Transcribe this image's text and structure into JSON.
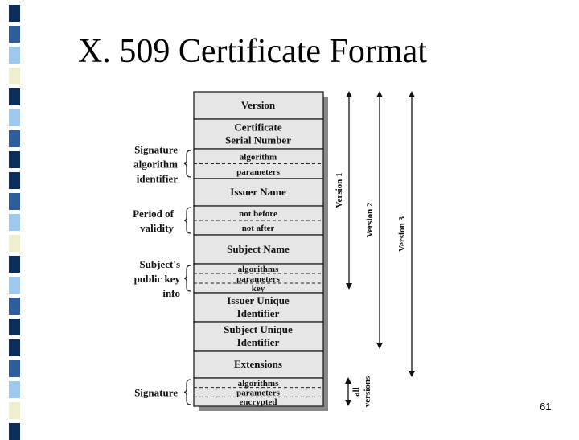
{
  "title": "X. 509 Certificate Format",
  "page_number": "61",
  "fields": [
    {
      "lines": [
        "Version"
      ]
    },
    {
      "lines": [
        "Certificate",
        "Serial Number"
      ]
    },
    {
      "subs": [
        "algorithm",
        "parameters"
      ]
    },
    {
      "lines": [
        "Issuer Name"
      ]
    },
    {
      "subs": [
        "not before",
        "not after"
      ]
    },
    {
      "lines": [
        "Subject Name"
      ]
    },
    {
      "subs": [
        "algorithms",
        "parameters",
        "key"
      ]
    },
    {
      "lines": [
        "Issuer Unique",
        "Identifier"
      ]
    },
    {
      "lines": [
        "Subject Unique",
        "Identifier"
      ]
    },
    {
      "lines": [
        "Extensions"
      ]
    },
    {
      "subs": [
        "algorithms",
        "parameters",
        "encrypted"
      ]
    }
  ],
  "side_labels": [
    {
      "lines": [
        "Signature",
        "algorithm",
        "identifier"
      ]
    },
    {
      "lines": [
        "Period of",
        "validity"
      ]
    },
    {
      "lines": [
        "Subject's",
        "public key",
        "info"
      ]
    },
    {
      "lines": [
        "Signature"
      ]
    }
  ],
  "version_labels": [
    "Version 1",
    "Version 2",
    "Version 3",
    "all",
    "versions"
  ],
  "colors": {
    "field_fill": "#e6e6e6",
    "shadow": "#888888",
    "stripe_dark": "#0b2d5e",
    "stripe_mid": "#2f5d9c",
    "stripe_light": "#9ec8ee",
    "stripe_cream": "#efefd0"
  }
}
